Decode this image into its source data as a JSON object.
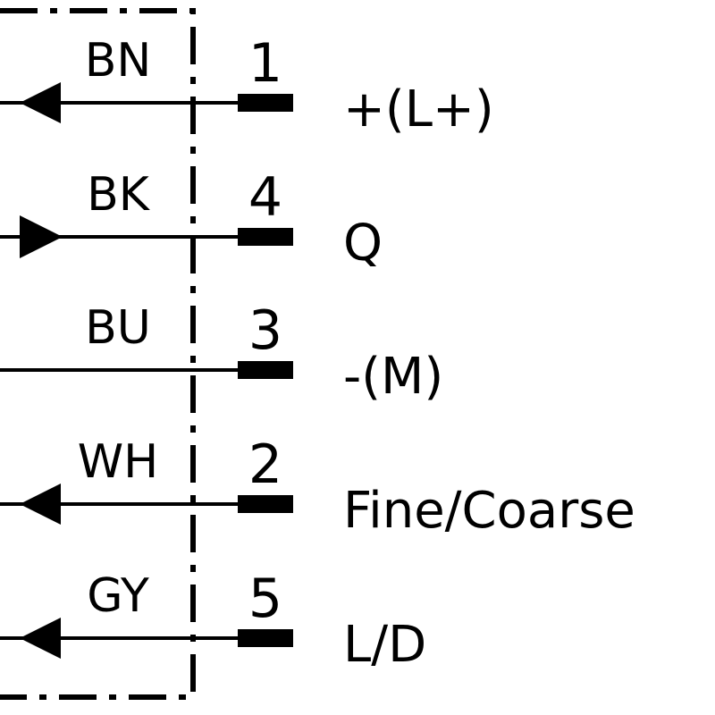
{
  "diagram": {
    "ink_color": "#000000",
    "background_color": "#ffffff",
    "connections": [
      {
        "wire_color": "BN",
        "pin": "1",
        "signal": "+(L+)",
        "arrow": "left"
      },
      {
        "wire_color": "BK",
        "pin": "4",
        "signal": "Q",
        "arrow": "right"
      },
      {
        "wire_color": "BU",
        "pin": "3",
        "signal": "-(M)",
        "arrow": "none"
      },
      {
        "wire_color": "WH",
        "pin": "2",
        "signal": "Fine/Coarse",
        "arrow": "left"
      },
      {
        "wire_color": "GY",
        "pin": "5",
        "signal": "L/D",
        "arrow": "left"
      }
    ]
  }
}
